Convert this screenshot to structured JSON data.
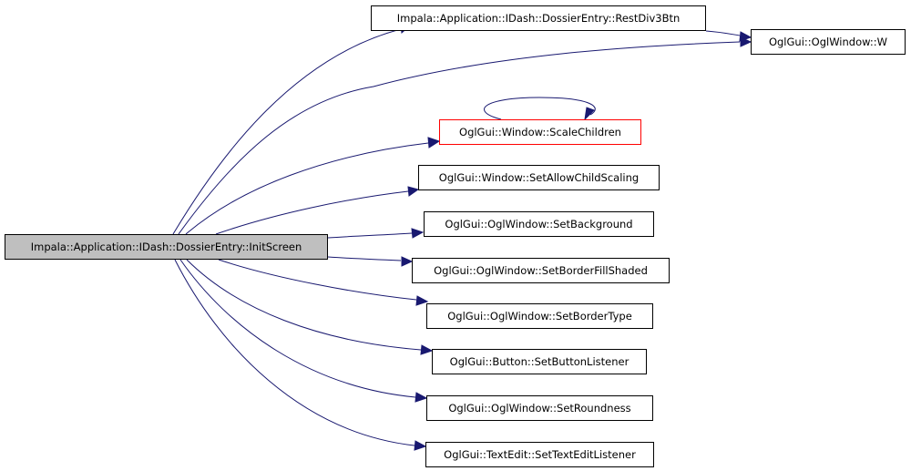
{
  "graph": {
    "edge_color": "#191970",
    "root_fill": "#bfbfbf",
    "highlight_border": "#ff0000",
    "nodes": {
      "root": "Impala::Application::IDash::DossierEntry::InitScreen",
      "restdiv3btn": "Impala::Application::IDash::DossierEntry::RestDiv3Btn",
      "w": "OglGui::OglWindow::W",
      "scalechildren": "OglGui::Window::ScaleChildren",
      "setallowchildscaling": "OglGui::Window::SetAllowChildScaling",
      "setbackground": "OglGui::OglWindow::SetBackground",
      "setborderfillshaded": "OglGui::OglWindow::SetBorderFillShaded",
      "setbordertype": "OglGui::OglWindow::SetBorderType",
      "setbuttonlistener": "OglGui::Button::SetButtonListener",
      "setroundness": "OglGui::OglWindow::SetRoundness",
      "settexteditlistener": "OglGui::TextEdit::SetTextEditListener"
    }
  }
}
